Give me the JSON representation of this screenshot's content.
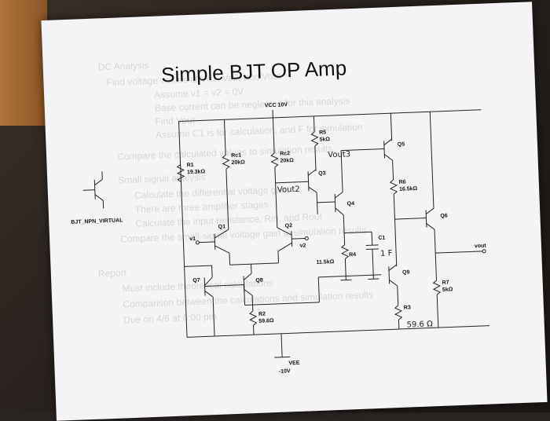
{
  "title": "Simple BJT OP Amp",
  "ghost_lines": [
    "DC Analysis",
    "Find voltage values at Vc1, Vc2, and Vout",
    "Assume v1 = v2 = 0V",
    "Base current can be neglected for this analysis",
    "Find Vout",
    "Assume C1 is for calculation, and F for simulation",
    "Compare the calculated values to simulation results",
    "Small signal analysis",
    "Calculate the differential voltage gain",
    "There are three amplifier stages",
    "Calculate the input resistance, Rin, and Rout",
    "Compare the small-signal voltage gain to simulation results",
    "Report",
    "Must include theoretical calculations",
    "Comparison between the calculations and simulation results",
    "Due on 4/6 at 6:00 pm"
  ],
  "symbol_label": "BJT_NPN_VIRTUAL",
  "labels": {
    "vcc": "VCC  10V",
    "vee": "VEE",
    "vee_val": "-10V",
    "r1": "R1",
    "r1_val": "19.3kΩ",
    "rc1": "Rc1",
    "rc1_val": "20kΩ",
    "rc2": "Rc2",
    "rc2_val": "20kΩ",
    "r5": "R5",
    "r5_val": "5kΩ",
    "r6": "R6",
    "r6_val": "16.5kΩ",
    "r7": "R7",
    "r7_val": "5kΩ",
    "r2": "R2",
    "r2_val": "59.6Ω",
    "r3": "R3",
    "r4": "R4",
    "r4_val": "11.5kΩ",
    "c1": "C1",
    "q1": "Q1",
    "q2": "Q2",
    "q3": "Q3",
    "q4": "Q4",
    "q5": "Q5",
    "q6": "Q6",
    "q7": "Q7",
    "q8": "Q8",
    "q9": "Q9",
    "v1": "v1",
    "v2": "v2",
    "vout": "vout"
  },
  "handwritten": {
    "vout3": "Vout3",
    "vout2": "Vout2",
    "c1_val": "1 F",
    "r3_val": "59.6 Ω"
  }
}
